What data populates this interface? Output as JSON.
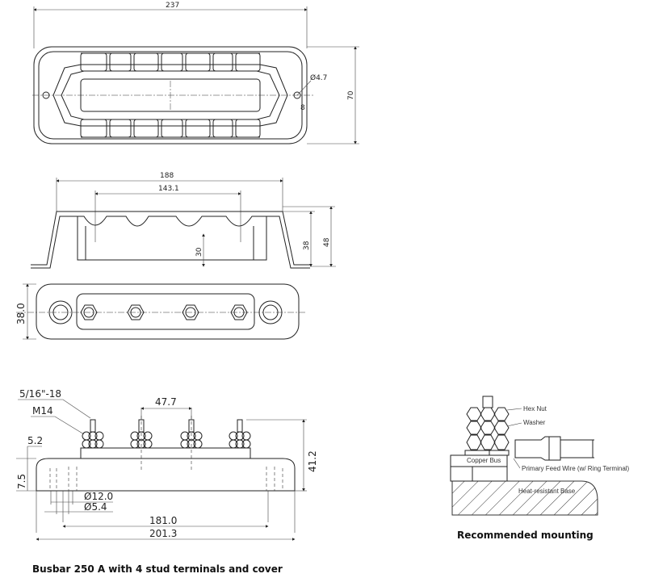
{
  "top_view": {
    "width_dim": "237",
    "height_dim": "70",
    "hole_dim": "Ø4.7",
    "offset_dim": "8"
  },
  "side_view": {
    "outer_dim": "188",
    "inner_dim": "143.1",
    "height_small": "38",
    "height_total": "48",
    "depth_dim": "30"
  },
  "plan_view": {
    "width_dim": "38.0"
  },
  "front_view": {
    "thread": "5/16\"-18",
    "nut": "M14",
    "pitch": "47.7",
    "height": "41.2",
    "plate": "5.2",
    "base": "7.5",
    "dia_large": "Ø12.0",
    "dia_small": "Ø5.4",
    "hole_spacing": "181.0",
    "overall": "201.3"
  },
  "mounting": {
    "hex_nut": "Hex Nut",
    "washer": "Washer",
    "copper_bus": "Copper Bus",
    "feed_wire": "Primary Feed Wire (w/ Ring Terminal)",
    "base": "Heat-resistant Base"
  },
  "captions": {
    "main": "Busbar 250 A with 4 stud terminals and cover",
    "mounting": "Recommended mounting"
  }
}
